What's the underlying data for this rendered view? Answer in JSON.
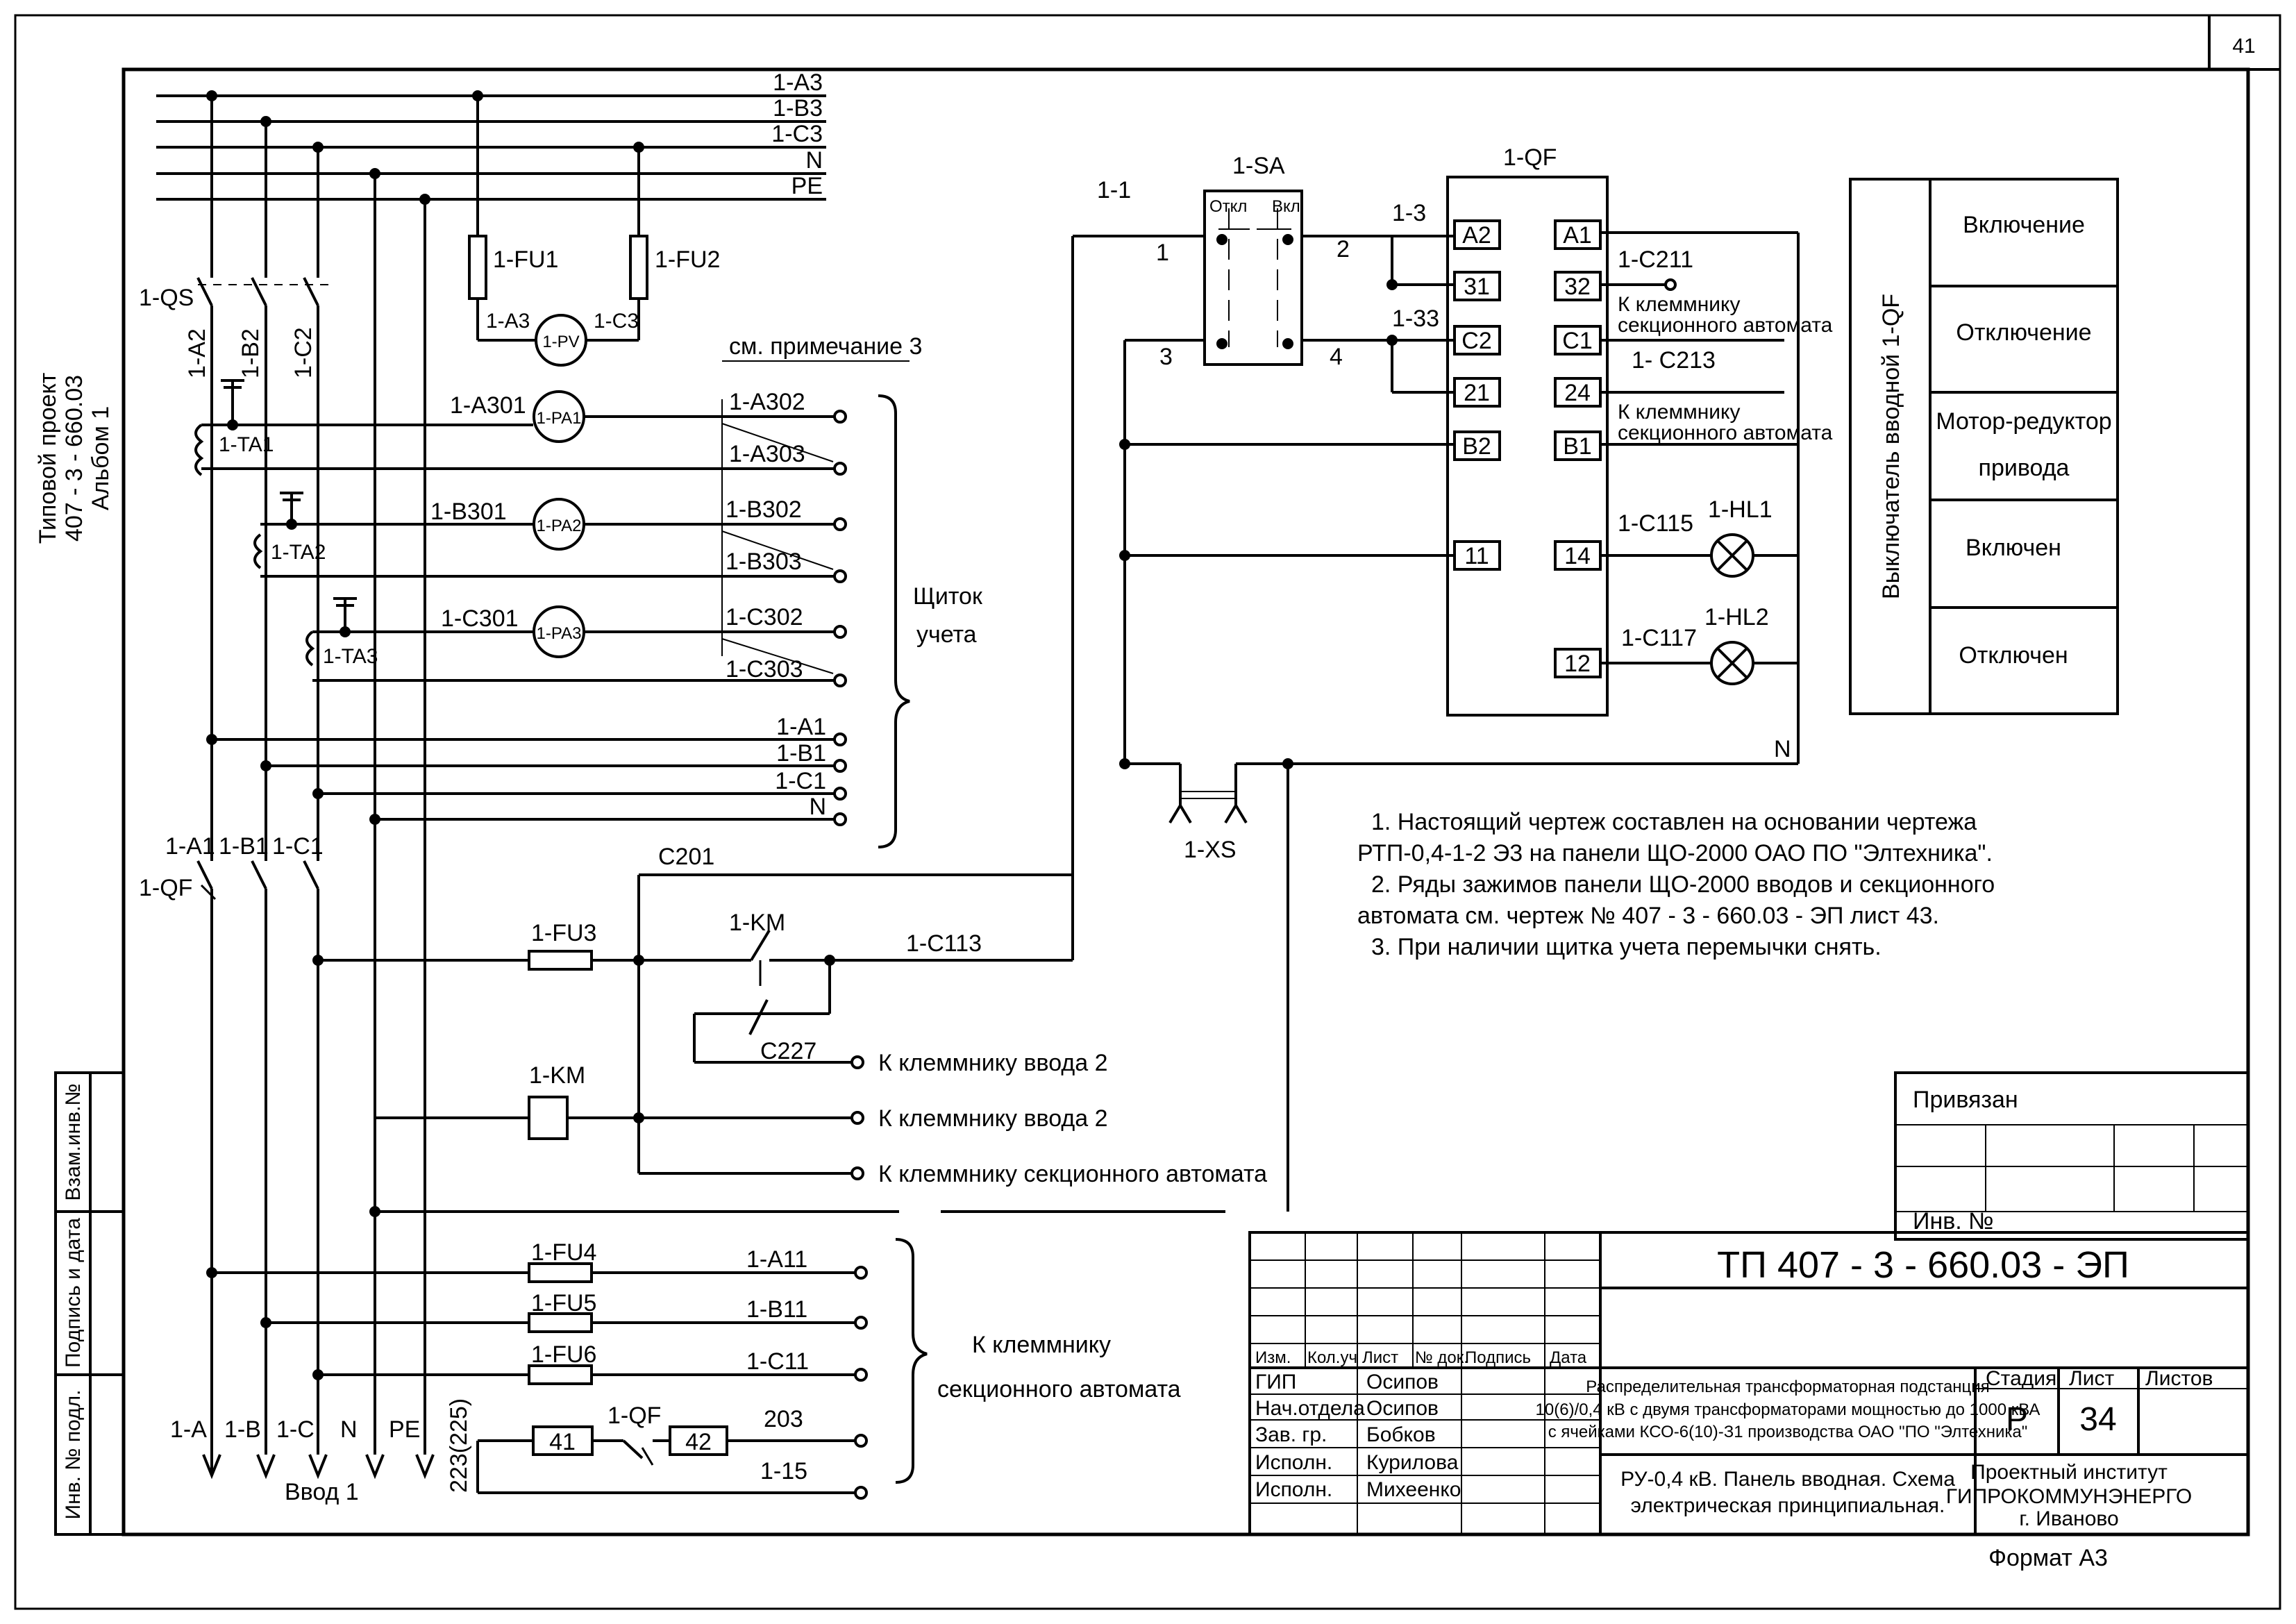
{
  "sheet_number": "41",
  "side_title": [
    "Типовой проект",
    "407 - 3 - 660.03",
    "Альбом   1"
  ],
  "side_stamp": [
    "Взам.инв.№",
    "Подпись и дата",
    "Инв. №  подл."
  ],
  "buses": [
    "1-A3",
    "1-B3",
    "1-C3",
    "N",
    "PE"
  ],
  "labels": {
    "qs": "1-QS",
    "a2": "1-A2",
    "b2": "1-B2",
    "c2": "1-C2",
    "fu1": "1-FU1",
    "fu2": "1-FU2",
    "a3": "1-A3",
    "c3": "1-C3",
    "pv": "1-PV",
    "note3": "см. примечание 3",
    "a301": "1-A301",
    "pa1": "1-PA1",
    "a302": "1-A302",
    "a303": "1-A303",
    "ta1": "1-TA1",
    "b301": "1-B301",
    "pa2": "1-PA2",
    "b302": "1-B302",
    "b303": "1-B303",
    "ta2": "1-TA2",
    "c301": "1-C301",
    "pa3": "1-PA3",
    "c302": "1-C302",
    "c303": "1-C303",
    "ta3": "1-TA3",
    "shield1": "Щиток",
    "shield2": "учета",
    "a1": "1-A1",
    "b1": "1-B1",
    "c1": "1-C1",
    "n": "N",
    "qf": "1-QF",
    "c201": "C201",
    "fu3": "1-FU3",
    "km": "1-KM",
    "c113": "1-C113",
    "c227": "C227",
    "km2": "1-KM",
    "to_input2": "К клеммнику ввода 2",
    "to_input2b": "К клеммнику ввода 2",
    "to_sect": "К клеммнику секционного автомата",
    "fu4": "1-FU4",
    "a11": "1-A11",
    "fu5": "1-FU5",
    "b11": "1-B11",
    "fu6": "1-FU6",
    "c11": "1-C11",
    "sect1": "К клеммнику",
    "sect2": "секционного автомата",
    "t41": "41",
    "qf2": "1-QF",
    "t42": "42",
    "w203": "203",
    "w115": "1-15",
    "w223": "223(225)",
    "out_a": "1-A",
    "out_b": "1-B",
    "out_c": "1-C",
    "out_n": "N",
    "out_pe": "PE",
    "input1": "Ввод 1",
    "w11": "1-1",
    "sa": "1-SA",
    "otkl": "Откл",
    "vkl": "Вкл",
    "p1": "1",
    "p2": "2",
    "p3": "3",
    "p4": "4",
    "w13": "1-3",
    "w133": "1-33",
    "qf_top": "1-QF",
    "a2b": "A2",
    "p31": "31",
    "c2b": "C2",
    "p21": "21",
    "b2b": "B2",
    "p11": "11",
    "a1b": "A1",
    "p32": "32",
    "c1b": "C1",
    "p24": "24",
    "b1b": "B1",
    "p14": "14",
    "p12": "12",
    "c211": "1-C211",
    "klem1": "К клеммнику",
    "sect_a1": "секционного автомата",
    "c213": "1- C213",
    "klem2": "К клеммнику",
    "sect_a2": "секционного автомата",
    "c115": "1-C115",
    "hl1": "1-HL1",
    "c117": "1-C117",
    "hl2": "1-HL2",
    "nn": "N",
    "xs": "1-XS"
  },
  "legend": {
    "title": "Выключатель вводной 1-QF",
    "items": [
      "Включение",
      "Отключение",
      "Мотор-редуктор",
      "привода",
      "Включен",
      "Отключен"
    ]
  },
  "notes": [
    "1.  Настоящий чертеж составлен на основании чертежа",
    "РТП-0,4-1-2 Э3 на панели ЩО-2000 ОАО  ПО \"Элтехника\".",
    "2.  Ряды зажимов панели ЩО-2000 вводов и секционного",
    "автомата см. чертеж № 407 - 3 - 660.03 - ЭП лист 43.",
    "3.  При наличии щитка учета перемычки снять."
  ],
  "title_block": {
    "privyazan": "Привязан",
    "inv": "Инв. №",
    "code": "ТП  407 - 3 - 660.03 -  ЭП",
    "cols": [
      "Изм.",
      "Кол.уч",
      "Лист",
      "№ док.",
      "Подпись",
      "Дата"
    ],
    "roles": [
      {
        "role": "ГИП",
        "name": "Осипов"
      },
      {
        "role": "Нач.отдела",
        "name": "Осипов"
      },
      {
        "role": "Зав. гр.",
        "name": "Бобков"
      },
      {
        "role": "Исполн.",
        "name": "Курилова"
      },
      {
        "role": "Исполн.",
        "name": "Михеенко"
      }
    ],
    "project": [
      "Распределительная трансформаторная подстанция",
      "10(6)/0,4 кВ с двумя трансформаторами мощностью  до 1000 кВА",
      "с ячейками КСО-6(10)-З1 производства ОАО \"ПО \"Элтехника\""
    ],
    "stage_label": "Стадия",
    "sheet_label": "Лист",
    "sheets_label": "Листов",
    "stage": "Р",
    "sheet": "34",
    "drawing": [
      "РУ-0,4 кВ. Панель вводная. Схема",
      "электрическая принципиальная."
    ],
    "org": [
      "Проектный институт",
      "ГИПРОКОММУНЭНЕРГО",
      "г. Иваново"
    ],
    "format": "Формат А3"
  }
}
